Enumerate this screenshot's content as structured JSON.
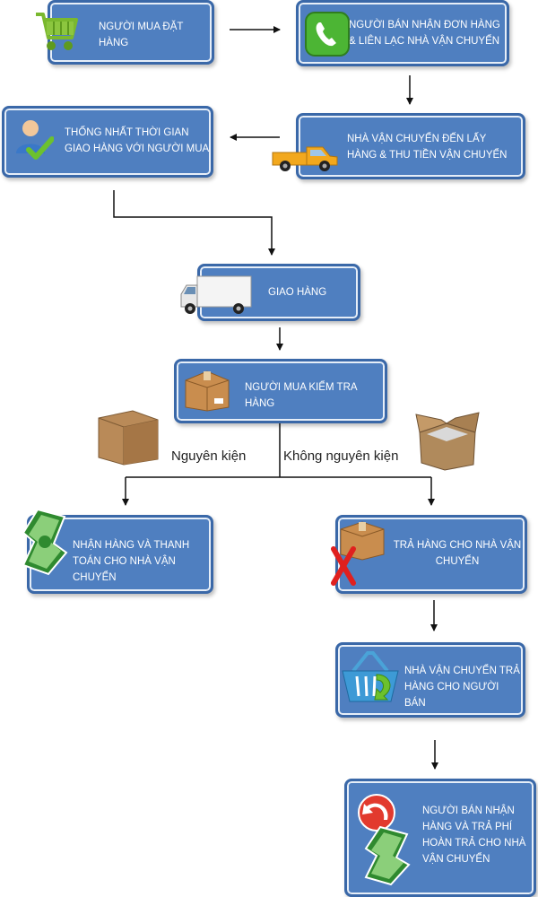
{
  "nodes": {
    "n1": "NGƯỜI MUA ĐẶT HÀNG",
    "n2": "NGƯỜI BÁN NHẬN ĐƠN HÀNG & LIÊN LẠC NHÀ VẬN CHUYỂN",
    "n3": "NHÀ VẬN CHUYỂN ĐẾN LẤY HÀNG & THU TIỀN VẬN CHUYỂN",
    "n4": "THỐNG NHẤT THỜI GIAN GIAO HÀNG VỚI NGƯỜI MUA",
    "n5": "GIAO HÀNG",
    "n6": "NGƯỜI MUA KIỂM TRA HÀNG",
    "n7": "NHẬN HÀNG VÀ THANH TOÁN CHO NHÀ VẬN CHUYỂN",
    "n8": "TRẢ HÀNG CHO NHÀ VẬN CHUYỂN",
    "n9": "NHÀ VẬN CHUYỂN TRẢ HÀNG CHO NGƯỜI BÁN",
    "n10": "NGƯỜI BÁN NHẬN HÀNG VÀ TRẢ PHÍ HOÀN TRẢ CHO NHÀ VẬN CHUYỂN"
  },
  "labels": {
    "intact": "Nguyên kiện",
    "not_intact": "Không nguyên kiện"
  },
  "icons": {
    "n1": "shopping-cart-icon",
    "n2": "phone-icon",
    "n3": "pickup-truck-icon",
    "n4": "user-check-icon",
    "n5": "delivery-truck-icon",
    "n6": "cardboard-box-icon",
    "n7": "money-icon",
    "n8": "box-reject-icon",
    "n9": "basket-return-icon",
    "n10": "refund-money-icon"
  },
  "colors": {
    "box_fill": "#4f7fc0",
    "box_border": "#3a68a8",
    "text": "#ffffff"
  }
}
